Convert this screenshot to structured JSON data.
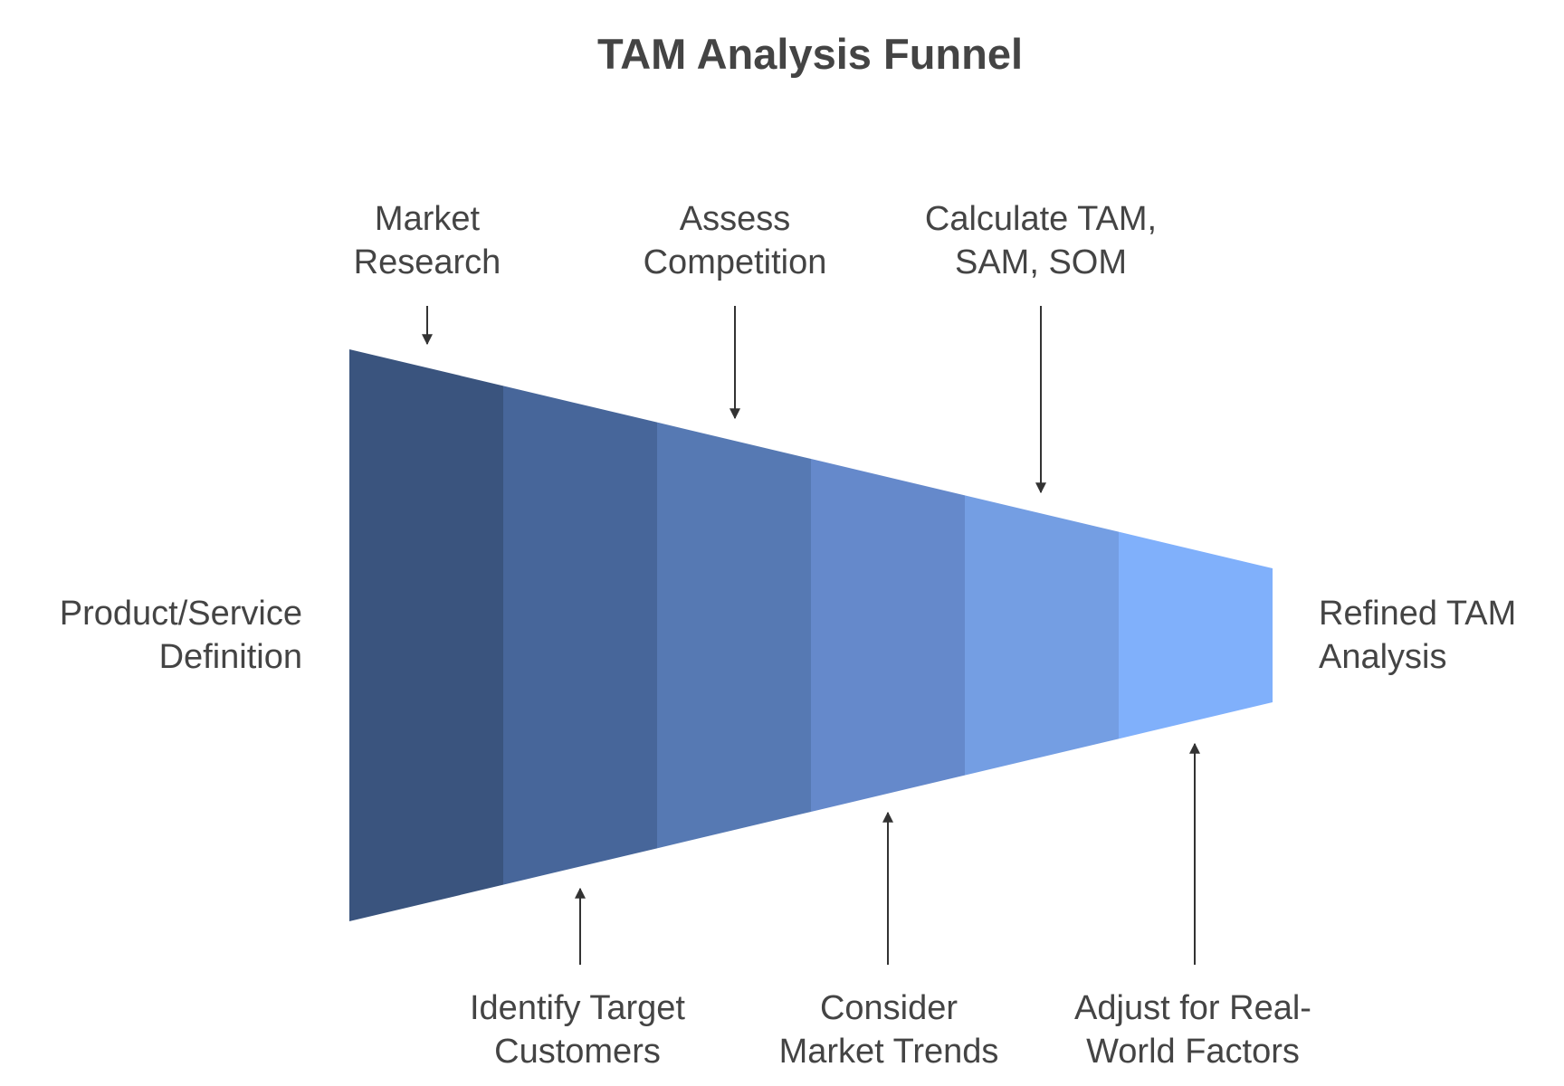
{
  "title": "TAM Analysis Funnel",
  "start_label": [
    "Product/Service",
    "Definition"
  ],
  "end_label": [
    "Refined TAM",
    "Analysis"
  ],
  "top_steps": [
    {
      "lines": [
        "Market",
        "Research"
      ]
    },
    {
      "lines": [
        "Assess",
        "Competition"
      ]
    },
    {
      "lines": [
        "Calculate TAM,",
        "SAM, SOM"
      ]
    }
  ],
  "bottom_steps": [
    {
      "lines": [
        "Identify Target",
        "Customers"
      ]
    },
    {
      "lines": [
        "Consider",
        "Market Trends"
      ]
    },
    {
      "lines": [
        "Adjust for Real-",
        "World Factors"
      ]
    }
  ],
  "segment_colors": [
    "#3a547e",
    "#47669a",
    "#5679b3",
    "#6589cb",
    "#749ee3",
    "#80b0fb"
  ],
  "arrow_color": "#333333"
}
